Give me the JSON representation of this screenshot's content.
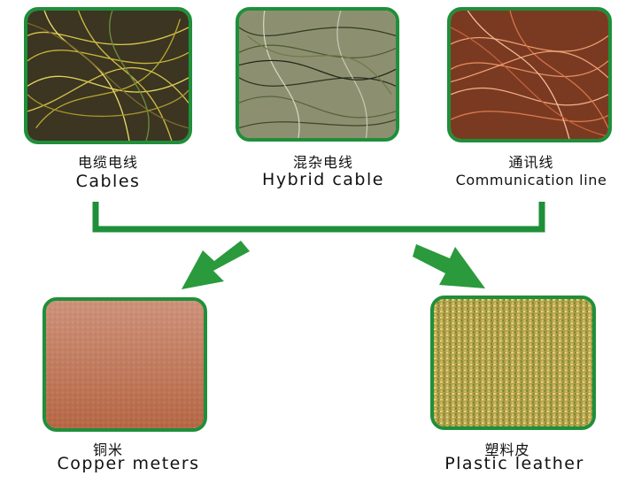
{
  "colors": {
    "frame": "#1f8f3a",
    "connector": "#1f8f3a",
    "arrow": "#2a9a3c"
  },
  "inputs": [
    {
      "cn": "电缆电线",
      "en": "Cables"
    },
    {
      "cn": "混杂电线",
      "en": "Hybrid cable"
    },
    {
      "cn": "通讯线",
      "en": "Communication line"
    }
  ],
  "outputs": [
    {
      "cn": "铜米",
      "en": "Copper meters"
    },
    {
      "cn": "塑料皮",
      "en": "Plastic leather"
    }
  ]
}
